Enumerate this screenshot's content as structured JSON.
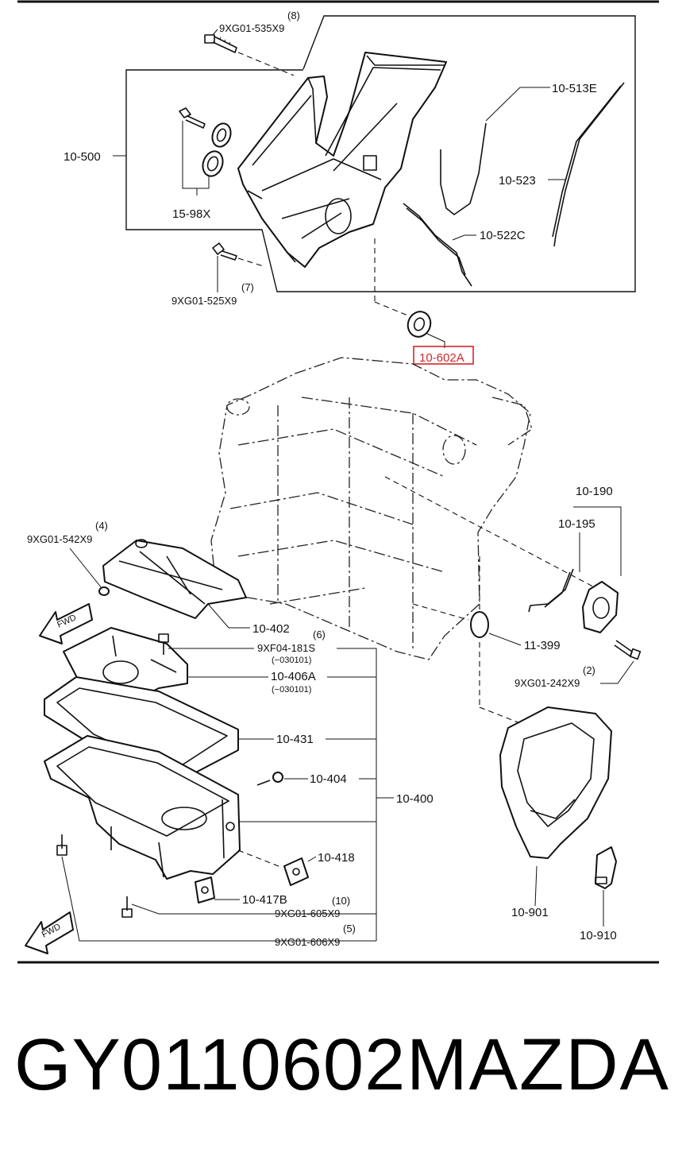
{
  "labels": {
    "callout_8": "(8)",
    "bolt_535": "9XG01-535X9",
    "cover": "10-500",
    "seal_kit": "15-98X",
    "callout_7": "(7)",
    "bolt_525": "9XG01-525X9",
    "gasket_513e": "10-513E",
    "gasket_523": "10-523",
    "gasket_522c": "10-522C",
    "oil_seal": "10-602A",
    "rear_seal_assy": "10-190",
    "rear_gasket": "10-195",
    "callout_4": "(4)",
    "bolt_542": "9XG01-542X9",
    "baffle": "10-402",
    "callout_6": "(6)",
    "bolt_181s": "9XF04-181S",
    "note_1": "(−030101)",
    "plate": "10-406A",
    "note_2": "(−030101)",
    "plug": "11-399",
    "callout_2": "(2)",
    "bolt_242": "9XG01-242X9",
    "pan_gasket": "10-431",
    "drain_plug": "10-404",
    "oil_pan": "10-400",
    "cover_418": "10-418",
    "cover_417b": "10-417B",
    "callout_10": "(10)",
    "bolt_605": "9XG01-605X9",
    "callout_5": "(5)",
    "bolt_606": "9XG01-606X9",
    "end_plate": "10-901",
    "bracket": "10-910",
    "fwd_1": "FWD",
    "fwd_2": "FWD"
  },
  "highlight_part": "10-602A",
  "colors": {
    "highlight": "#d2262c",
    "ink": "#111111"
  },
  "footer": {
    "part_number": "GY0110602",
    "brand": "MAZDA"
  }
}
